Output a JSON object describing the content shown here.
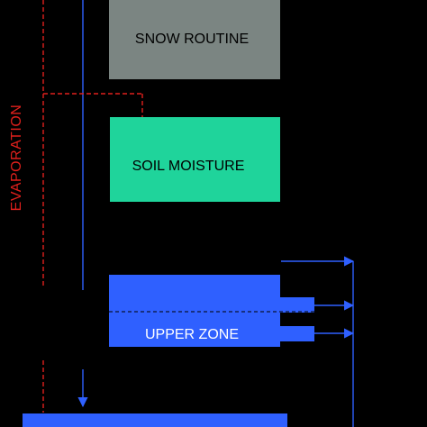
{
  "diagram": {
    "boxes": {
      "snow_routine": "SNOW ROUTINE",
      "soil_moisture": "SOIL MOISTURE",
      "upper_zone": "UPPER ZONE"
    },
    "labels": {
      "evaporation": "EVAPORATION"
    },
    "colors": {
      "background": "#000000",
      "snow_routine_fill": "#7b8582",
      "soil_moisture_fill": "#1fd49b",
      "upper_zone_fill": "#2f60ff",
      "lower_zone_fill": "#2f60ff",
      "precipitation_line": "#2f60ff",
      "evaporation_line": "#e0201c",
      "evaporation_text": "#e0201c"
    }
  }
}
